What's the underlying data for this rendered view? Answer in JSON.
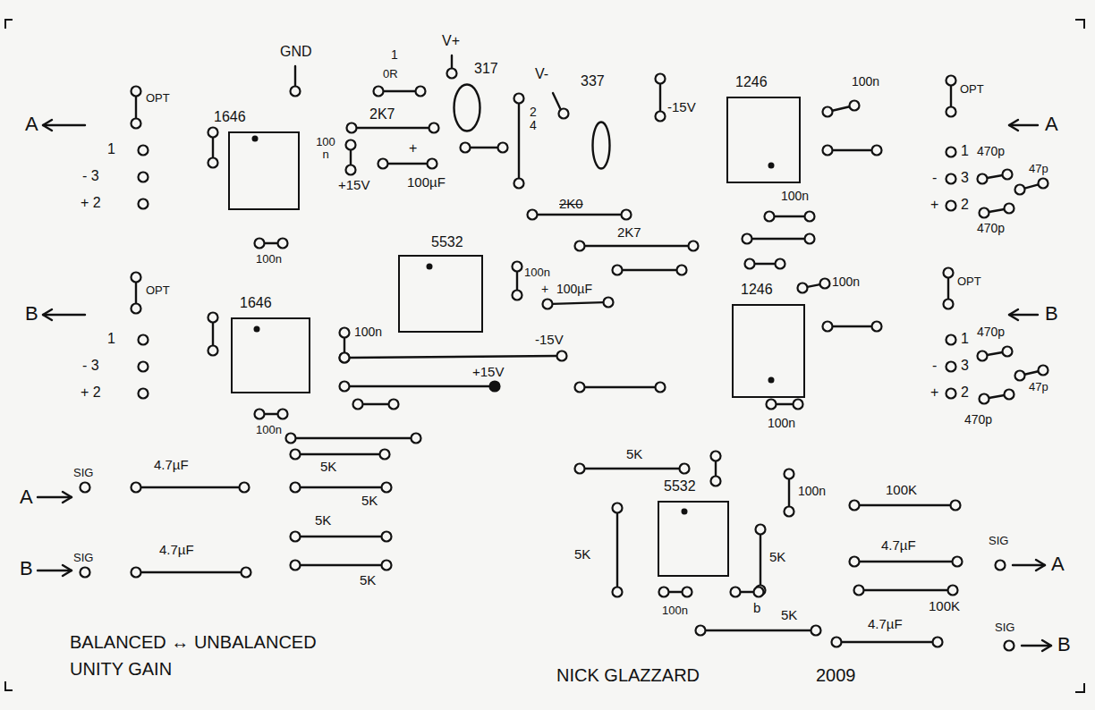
{
  "diagram": {
    "nodes": [
      {
        "text": [
          "1646"
        ]
      },
      {
        "text": [
          "317"
        ]
      },
      {
        "text": [
          "337"
        ]
      },
      {
        "text": [
          "1246"
        ]
      },
      {
        "text": [
          "5532"
        ]
      },
      {
        "text": [
          "1646"
        ]
      },
      {
        "text": [
          "1246"
        ]
      },
      {
        "text": [
          "5532"
        ]
      }
    ],
    "labels": [
      "GND",
      "1",
      "0R",
      "V+",
      "V-",
      "-15V",
      "100n",
      "A",
      "OPT",
      "1",
      "- 3",
      "+ 2",
      "100 n",
      "2K7",
      "+",
      "+15V",
      "100µF",
      "2 4",
      "OPT",
      "A",
      "1",
      "-",
      "3",
      "+",
      "2",
      "470p",
      "47p",
      "470p",
      "2K0",
      "100n",
      "2K7",
      "100n",
      "+",
      "100µF",
      "100n",
      "100n",
      "B",
      "OPT",
      "1",
      "- 3",
      "+ 2",
      "100n",
      "-15V",
      "+15V",
      "OPT",
      "B",
      "1",
      "-",
      "3",
      "+",
      "2",
      "470p",
      "47p",
      "470p",
      "100n",
      "100n",
      "SIG",
      "4.7µF",
      "5K",
      "5K",
      "A",
      "SIG",
      "4.7µF",
      "5K",
      "5K",
      "B",
      "5K",
      "100n",
      "100K",
      "5K",
      "5K",
      "4.7µF",
      "SIG",
      "A",
      "100K",
      "100n",
      "b",
      "5K",
      "4.7µF",
      "SIG",
      "B",
      "BALANCED ↔ UNBALANCED",
      "UNITY GAIN",
      "NICK GLAZZARD",
      "2009"
    ]
  }
}
